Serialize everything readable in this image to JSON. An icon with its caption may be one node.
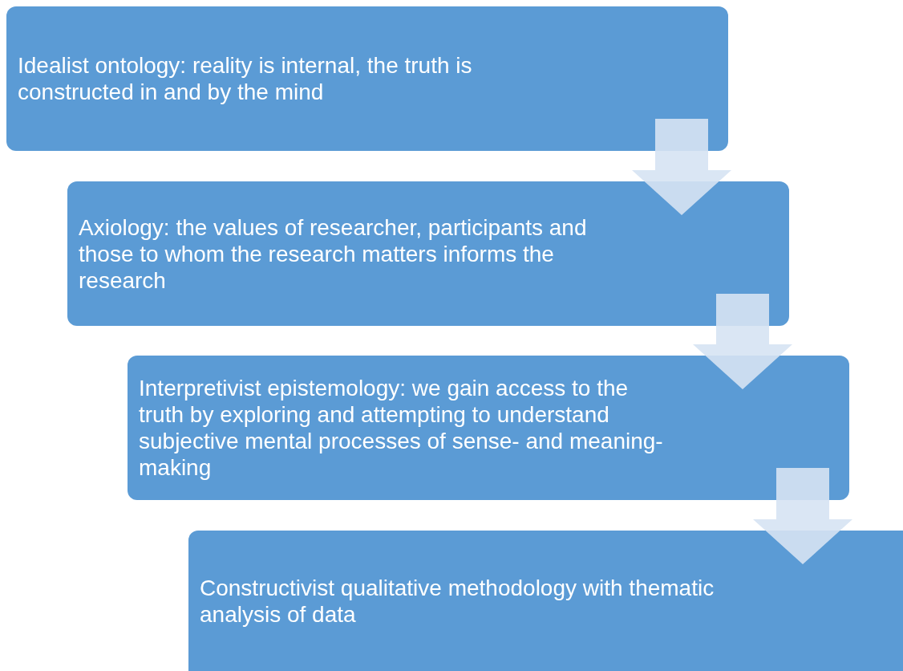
{
  "diagram": {
    "nodes": [
      {
        "text": [
          "Idealist ontology: reality is internal, the truth is constructed in and by the mind"
        ]
      },
      {
        "text": [
          "Axiology: the values of researcher, participants and those to whom the research matters informs the research"
        ]
      },
      {
        "text": [
          "Interpretivist epistemology: we gain access to the truth by exploring and attempting to understand subjective mental processes of sense- and meaning- making"
        ]
      },
      {
        "text": [
          "Constructivist qualitative methodology with thematic analysis of data"
        ]
      }
    ],
    "edges": [
      {
        "from": 0,
        "to": 1,
        "arrow": "to"
      },
      {
        "from": 1,
        "to": 2,
        "arrow": "to"
      },
      {
        "from": 2,
        "to": 3,
        "arrow": "to"
      }
    ]
  }
}
